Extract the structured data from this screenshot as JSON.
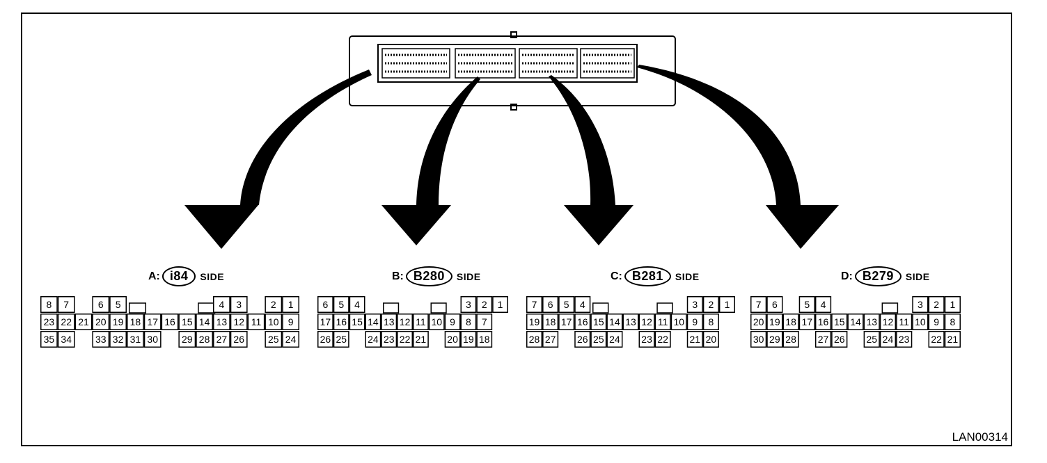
{
  "connectors": [
    {
      "letter": "A:",
      "id": "i84",
      "side": "SIDE",
      "rows": [
        [
          "8",
          "7",
          "",
          "6",
          "5",
          "",
          "",
          "",
          "",
          "",
          "4",
          "3",
          "",
          "2",
          "1"
        ],
        [
          "23",
          "22",
          "21",
          "20",
          "19",
          "18",
          "17",
          "16",
          "15",
          "14",
          "13",
          "12",
          "11",
          "10",
          "9"
        ],
        [
          "35",
          "34",
          "",
          "33",
          "32",
          "31",
          "30",
          "",
          "29",
          "28",
          "27",
          "26",
          "",
          "25",
          "24"
        ]
      ]
    },
    {
      "letter": "B:",
      "id": "B280",
      "side": "SIDE",
      "rows": [
        [
          "6",
          "5",
          "4",
          "",
          "",
          "",
          "",
          "",
          "",
          "3",
          "2",
          "1"
        ],
        [
          "17",
          "16",
          "15",
          "14",
          "13",
          "12",
          "11",
          "10",
          "9",
          "8",
          "7"
        ],
        [
          "26",
          "25",
          "",
          "24",
          "23",
          "22",
          "21",
          "",
          "20",
          "19",
          "18"
        ]
      ]
    },
    {
      "letter": "C:",
      "id": "B281",
      "side": "SIDE",
      "rows": [
        [
          "7",
          "6",
          "5",
          "4",
          "",
          "",
          "",
          "",
          "",
          "",
          "3",
          "2",
          "1"
        ],
        [
          "19",
          "18",
          "17",
          "16",
          "15",
          "14",
          "13",
          "12",
          "11",
          "10",
          "9",
          "8"
        ],
        [
          "28",
          "27",
          "",
          "26",
          "25",
          "24",
          "",
          "23",
          "22",
          "",
          "21",
          "20"
        ]
      ]
    },
    {
      "letter": "D:",
      "id": "B279",
      "side": "SIDE",
      "rows": [
        [
          "7",
          "6",
          "",
          "5",
          "4",
          "",
          "",
          "",
          "",
          "",
          "3",
          "2",
          "1"
        ],
        [
          "20",
          "19",
          "18",
          "17",
          "16",
          "15",
          "14",
          "13",
          "12",
          "11",
          "10",
          "9",
          "8"
        ],
        [
          "30",
          "29",
          "28",
          "",
          "27",
          "26",
          "",
          "25",
          "24",
          "23",
          "",
          "22",
          "21"
        ]
      ]
    }
  ],
  "figure_ref": "LAN00314"
}
